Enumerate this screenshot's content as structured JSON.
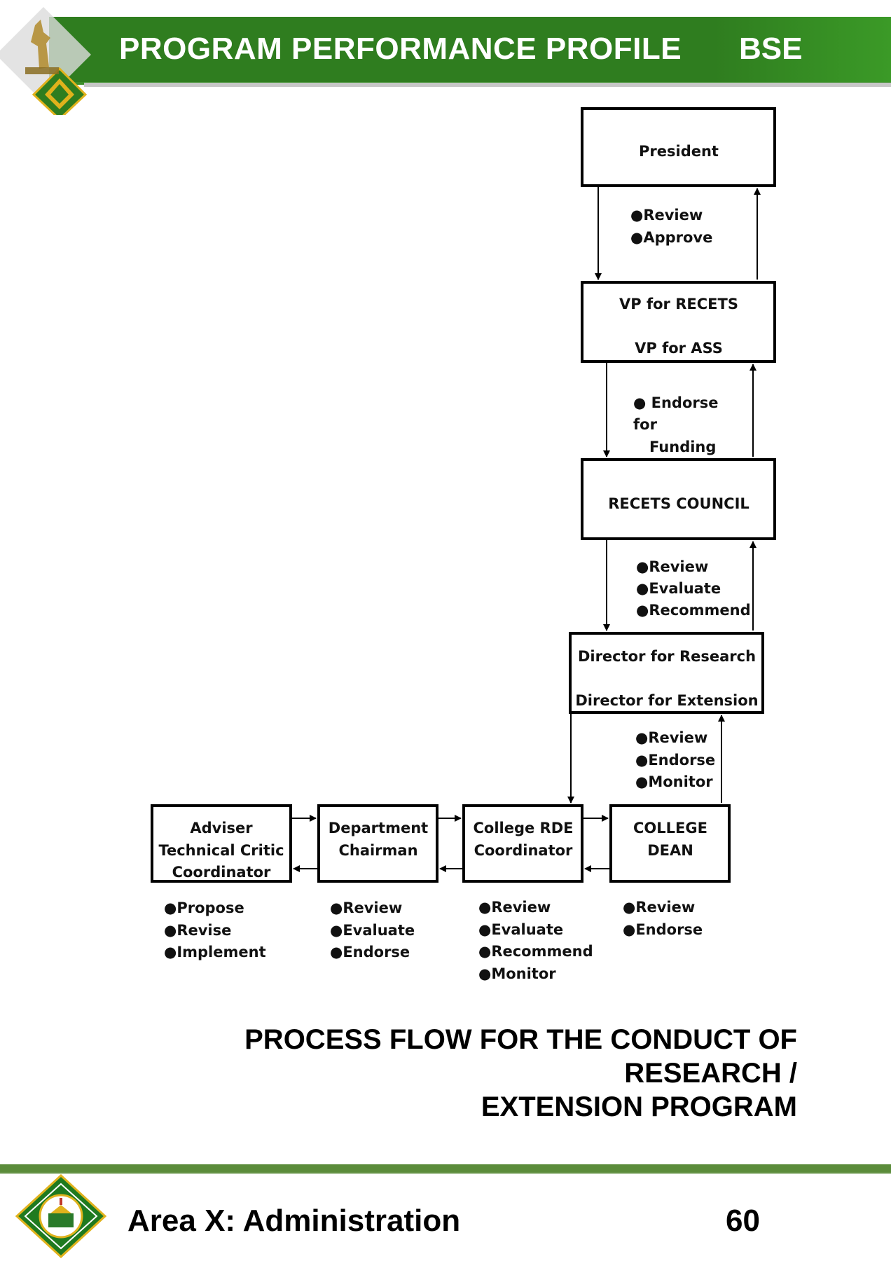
{
  "header": {
    "title": "PROGRAM PERFORMANCE PROFILE",
    "code": "BSE"
  },
  "diagram": {
    "boxes": {
      "president": [
        "President"
      ],
      "vp": [
        "VP for RECETS",
        "VP for ASS"
      ],
      "council": [
        "RECETS COUNCIL"
      ],
      "director": [
        "Director for Research",
        "Director for Extension"
      ],
      "adviser": [
        "Adviser",
        "Technical Critic",
        "Coordinator"
      ],
      "chairman": [
        "Department",
        "Chairman"
      ],
      "rde": [
        "College RDE",
        "Coordinator"
      ],
      "dean": [
        "COLLEGE",
        "DEAN"
      ]
    },
    "actions": {
      "president": [
        "●Review",
        "●Approve"
      ],
      "vp": [
        "● Endorse",
        "for",
        "Funding"
      ],
      "council": [
        "●Review",
        "●Evaluate",
        "●Recommend"
      ],
      "director": [
        "●Review",
        "●Endorse",
        "●Monitor"
      ],
      "adviser": [
        "●Propose",
        "●Revise",
        "●Implement"
      ],
      "chairman": [
        "●Review",
        "●Evaluate",
        "●Endorse"
      ],
      "rde": [
        "●Review",
        "●Evaluate",
        "●Recommend",
        "●Monitor"
      ],
      "dean": [
        "●Review",
        "●Endorse"
      ]
    }
  },
  "caption": {
    "line1": "PROCESS FLOW FOR THE CONDUCT OF RESEARCH /",
    "line2": "EXTENSION PROGRAM"
  },
  "footer": {
    "area": "Area X: Administration",
    "page": "60"
  },
  "colors": {
    "header_green": "#2f7d1f",
    "footer_green": "#5b8c3a",
    "logo_gold": "#e0b21c"
  },
  "icons": {
    "header_logo": "university-seal-icon",
    "footer_logo": "university-seal-icon"
  }
}
